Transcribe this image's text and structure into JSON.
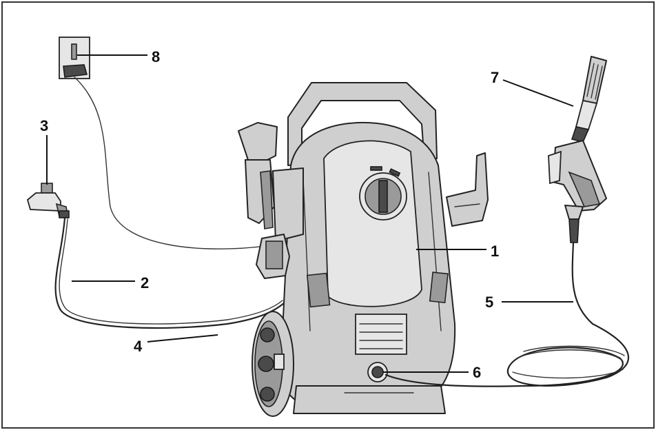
{
  "callouts": {
    "c1": "1",
    "c2": "2",
    "c3": "3",
    "c4": "4",
    "c5": "5",
    "c6": "6",
    "c7": "7",
    "c8": "8"
  },
  "colors": {
    "border": "#333333",
    "body_fill": "#cfcfcf",
    "dark_parts": "#4a4a4a",
    "label_text": "#111111"
  },
  "icons": {
    "outlet": "wall-socket-icon",
    "tap": "water-tap-icon",
    "gun": "spray-gun-icon"
  }
}
